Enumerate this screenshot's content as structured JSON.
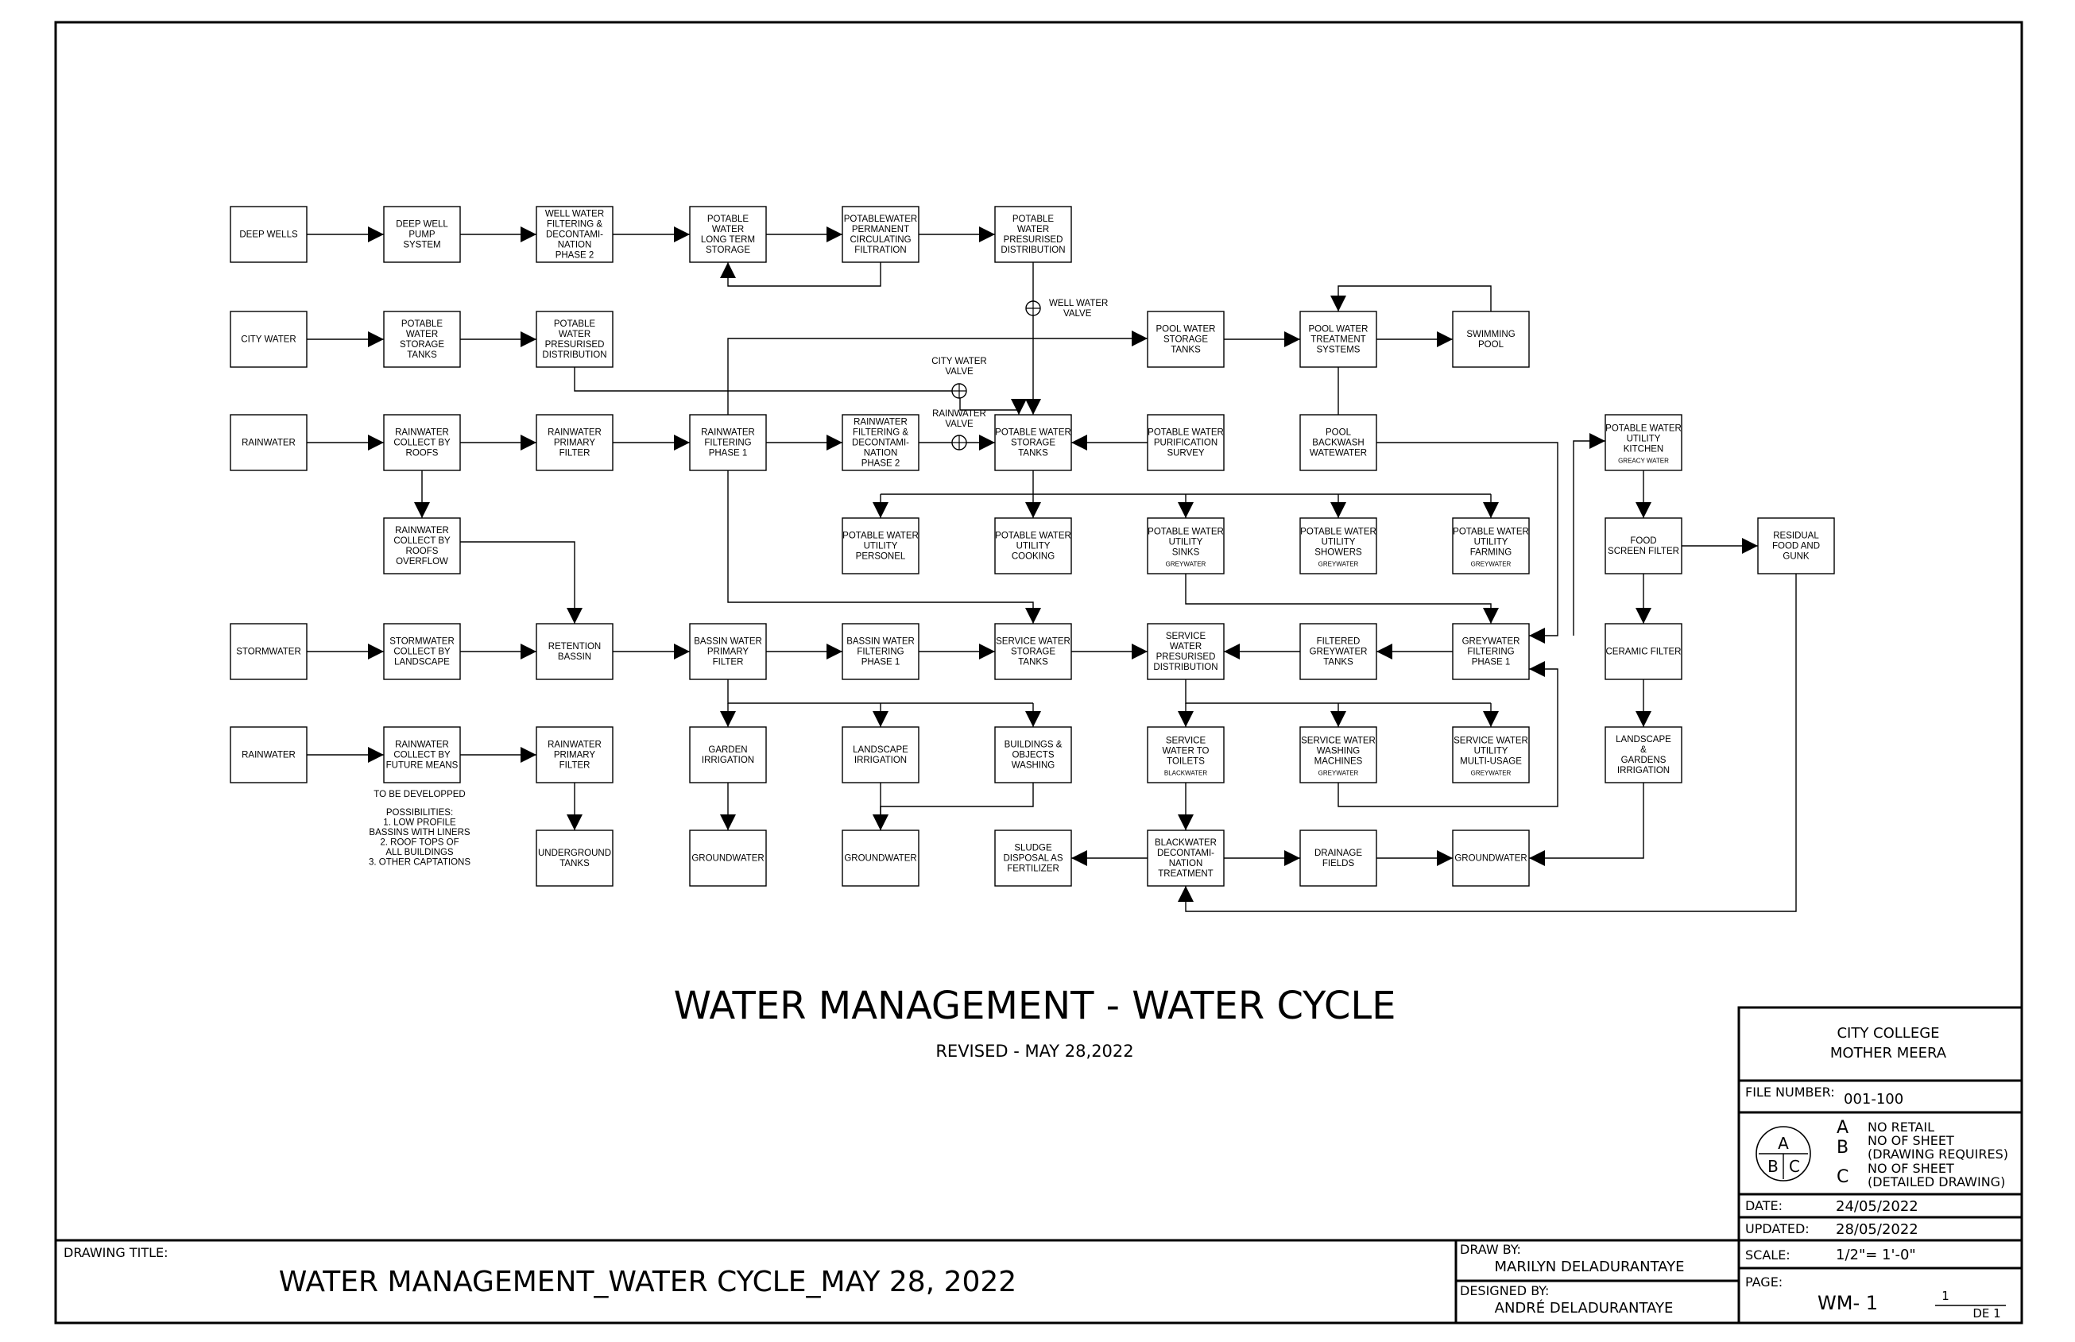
{
  "nodes": [
    {
      "id": "deep_wells",
      "label": [
        "DEEP WELLS"
      ]
    },
    {
      "id": "deep_well_pump",
      "label": [
        "DEEP WELL",
        "PUMP",
        "SYSTEM"
      ]
    },
    {
      "id": "well_filter",
      "label": [
        "WELL WATER",
        "FILTERING &",
        "DECONTAMI-",
        "NATION",
        "PHASE 2"
      ]
    },
    {
      "id": "potable_long",
      "label": [
        "POTABLE",
        "WATER",
        "LONG TERM",
        "STORAGE"
      ]
    },
    {
      "id": "potable_perm",
      "label": [
        "POTABLEWATER",
        "PERMANENT",
        "CIRCULATING",
        "FILTRATION"
      ]
    },
    {
      "id": "potable_pres1",
      "label": [
        "POTABLE",
        "WATER",
        "PRESURISED",
        "DISTRIBUTION"
      ]
    },
    {
      "id": "city_water",
      "label": [
        "CITY WATER"
      ]
    },
    {
      "id": "potable_storage",
      "label": [
        "POTABLE",
        "WATER",
        "STORAGE",
        "TANKS"
      ]
    },
    {
      "id": "potable_pres2",
      "label": [
        "POTABLE",
        "WATER",
        "PRESURISED",
        "DISTRIBUTION"
      ]
    },
    {
      "id": "pool_storage",
      "label": [
        "POOL WATER",
        "STORAGE",
        "TANKS"
      ]
    },
    {
      "id": "pool_treat",
      "label": [
        "POOL WATER",
        "TREATMENT",
        "SYSTEMS"
      ]
    },
    {
      "id": "swimming",
      "label": [
        "SWIMMING",
        "POOL"
      ]
    },
    {
      "id": "rainwater1",
      "label": [
        "RAINWATER"
      ]
    },
    {
      "id": "rain_roofs",
      "label": [
        "RAINWATER",
        "COLLECT BY",
        "ROOFS"
      ]
    },
    {
      "id": "rain_primary1",
      "label": [
        "RAINWATER",
        "PRIMARY",
        "FILTER"
      ]
    },
    {
      "id": "rain_phase1",
      "label": [
        "RAINWATER",
        "FILTERING",
        "PHASE 1"
      ]
    },
    {
      "id": "rain_phase2",
      "label": [
        "RAINWATER",
        "FILTERING &",
        "DECONTAMI-",
        "NATION",
        "PHASE 2"
      ]
    },
    {
      "id": "potable_tanks",
      "label": [
        "POTABLE WATER",
        "STORAGE",
        "TANKS"
      ]
    },
    {
      "id": "purif",
      "label": [
        "POTABLE WATER",
        "PURIFICATION",
        "SURVEY"
      ]
    },
    {
      "id": "pool_backwash",
      "label": [
        "POOL",
        "BACKWASH",
        "WATEWATER"
      ]
    },
    {
      "id": "kitchen",
      "label": [
        "POTABLE WATER",
        "UTILITY",
        "KITCHEN"
      ],
      "sub": "GREACY WATER"
    },
    {
      "id": "rain_overflow",
      "label": [
        "RAINWATER",
        "COLLECT BY",
        "ROOFS",
        "OVERFLOW"
      ]
    },
    {
      "id": "u_personel",
      "label": [
        "POTABLE WATER",
        "UTILITY",
        "PERSONEL"
      ]
    },
    {
      "id": "u_cooking",
      "label": [
        "POTABLE WATER",
        "UTILITY",
        "COOKING"
      ]
    },
    {
      "id": "u_sinks",
      "label": [
        "POTABLE WATER",
        "UTILITY",
        "SINKS"
      ],
      "sub": "GREYWATER"
    },
    {
      "id": "u_showers",
      "label": [
        "POTABLE WATER",
        "UTILITY",
        "SHOWERS"
      ],
      "sub": "GREYWATER"
    },
    {
      "id": "u_farming",
      "label": [
        "POTABLE WATER",
        "UTILITY",
        "FARMING"
      ],
      "sub": "GREYWATER"
    },
    {
      "id": "food_screen",
      "label": [
        "FOOD",
        "SCREEN FILTER"
      ]
    },
    {
      "id": "residual",
      "label": [
        "RESIDUAL",
        "FOOD AND",
        "GUNK"
      ]
    },
    {
      "id": "stormwater",
      "label": [
        "STORMWATER"
      ]
    },
    {
      "id": "storm_collect",
      "label": [
        "STORMWATER",
        "COLLECT BY",
        "LANDSCAPE"
      ]
    },
    {
      "id": "retention",
      "label": [
        "RETENTION",
        "BASSIN"
      ]
    },
    {
      "id": "bassin_primary",
      "label": [
        "BASSIN WATER",
        "PRIMARY",
        "FILTER"
      ]
    },
    {
      "id": "bassin_phase1",
      "label": [
        "BASSIN WATER",
        "FILTERING",
        "PHASE 1"
      ]
    },
    {
      "id": "service_storage",
      "label": [
        "SERVICE WATER",
        "STORAGE",
        "TANKS"
      ]
    },
    {
      "id": "service_pres",
      "label": [
        "SERVICE",
        "WATER",
        "PRESURISED",
        "DISTRIBUTION"
      ]
    },
    {
      "id": "filtered_grey",
      "label": [
        "FILTERED",
        "GREYWATER",
        "TANKS"
      ]
    },
    {
      "id": "grey_phase1",
      "label": [
        "GREYWATER",
        "FILTERING",
        "PHASE 1"
      ]
    },
    {
      "id": "ceramic",
      "label": [
        "CERAMIC FILTER"
      ]
    },
    {
      "id": "rainwater2",
      "label": [
        "RAINWATER"
      ]
    },
    {
      "id": "rain_future",
      "label": [
        "RAINWATER",
        "COLLECT BY",
        "FUTURE MEANS"
      ]
    },
    {
      "id": "rain_primary2",
      "label": [
        "RAINWATER",
        "PRIMARY",
        "FILTER"
      ]
    },
    {
      "id": "garden",
      "label": [
        "GARDEN",
        "IRRIGATION"
      ]
    },
    {
      "id": "landscape_irr",
      "label": [
        "LANDSCAPE",
        "IRRIGATION"
      ]
    },
    {
      "id": "buildings",
      "label": [
        "BUILDINGS &",
        "OBJECTS",
        "WASHING"
      ]
    },
    {
      "id": "service_toilets",
      "label": [
        "SERVICE",
        "WATER TO",
        "TOILETS"
      ],
      "sub": "BLACKWATER"
    },
    {
      "id": "service_washing",
      "label": [
        "SERVICE WATER",
        "WASHING",
        "MACHINES"
      ],
      "sub": "GREYWATER"
    },
    {
      "id": "service_multi",
      "label": [
        "SERVICE WATER",
        "UTILITY",
        "MULTI-USAGE"
      ],
      "sub": "GREYWATER"
    },
    {
      "id": "landscape_gardens",
      "label": [
        "LANDSCAPE",
        "&",
        "GARDENS",
        "IRRIGATION"
      ]
    },
    {
      "id": "underground",
      "label": [
        "UNDERGROUND",
        "TANKS"
      ]
    },
    {
      "id": "groundwater1",
      "label": [
        "GROUNDWATER"
      ]
    },
    {
      "id": "groundwater2",
      "label": [
        "GROUNDWATER"
      ]
    },
    {
      "id": "sludge",
      "label": [
        "SLUDGE",
        "DISPOSAL AS",
        "FERTILIZER"
      ]
    },
    {
      "id": "blackwater",
      "label": [
        "BLACKWATER",
        "DECONTAMI-",
        "NATION",
        "TREATMENT"
      ]
    },
    {
      "id": "drainage",
      "label": [
        "DRAINAGE",
        "FIELDS"
      ]
    },
    {
      "id": "groundwater3",
      "label": [
        "GROUNDWATER"
      ]
    }
  ],
  "valves": [
    {
      "id": "well_valve",
      "label": [
        "WELL WATER",
        "VALVE"
      ]
    },
    {
      "id": "city_valve",
      "label": [
        "CITY WATER",
        "VALVE"
      ]
    },
    {
      "id": "rain_valve",
      "label": [
        "RAINWATER",
        "VALVE"
      ]
    }
  ],
  "future_note": {
    "line1": "TO BE DEVELOPPED",
    "lines": [
      "POSSIBILITIES:",
      "1. LOW PROFILE",
      "BASSINS WITH LINERS",
      "2. ROOF TOPS OF",
      "ALL BUILDINGS",
      "3. OTHER CAPTATIONS"
    ]
  },
  "heading": {
    "title": "WATER MANAGEMENT - WATER CYCLE",
    "subtitle": "REVISED - MAY 28,2022"
  },
  "title_block": {
    "org_line1": "CITY COLLEGE",
    "org_line2": "MOTHER MEERA",
    "file_number_label": "FILE NUMBER:",
    "file_number": "001-100",
    "legend_letters": [
      "A",
      "B",
      "C"
    ],
    "legend_lines": [
      "NO RETAIL",
      "NO OF SHEET",
      "(DRAWING REQUIRES)",
      "NO OF SHEET",
      "(DETAILED DRAWING)"
    ],
    "date_label": "DATE:",
    "date": "24/05/2022",
    "updated_label": "UPDATED:",
    "updated": "28/05/2022",
    "scale_label": "SCALE:",
    "scale": "1/2\"= 1'-0\"",
    "page_label": "PAGE:",
    "page_code": "WM- 1",
    "page_num": "1",
    "page_of": "DE 1",
    "drawing_title_label": "DRAWING TITLE:",
    "drawing_title": "WATER MANAGEMENT_WATER CYCLE_MAY 28, 2022",
    "draw_by_label": "DRAW BY:",
    "draw_by": "MARILYN DELADURANTAYE",
    "designed_by_label": "DESIGNED BY:",
    "designed_by": "ANDRÉ DELADURANTAYE"
  }
}
